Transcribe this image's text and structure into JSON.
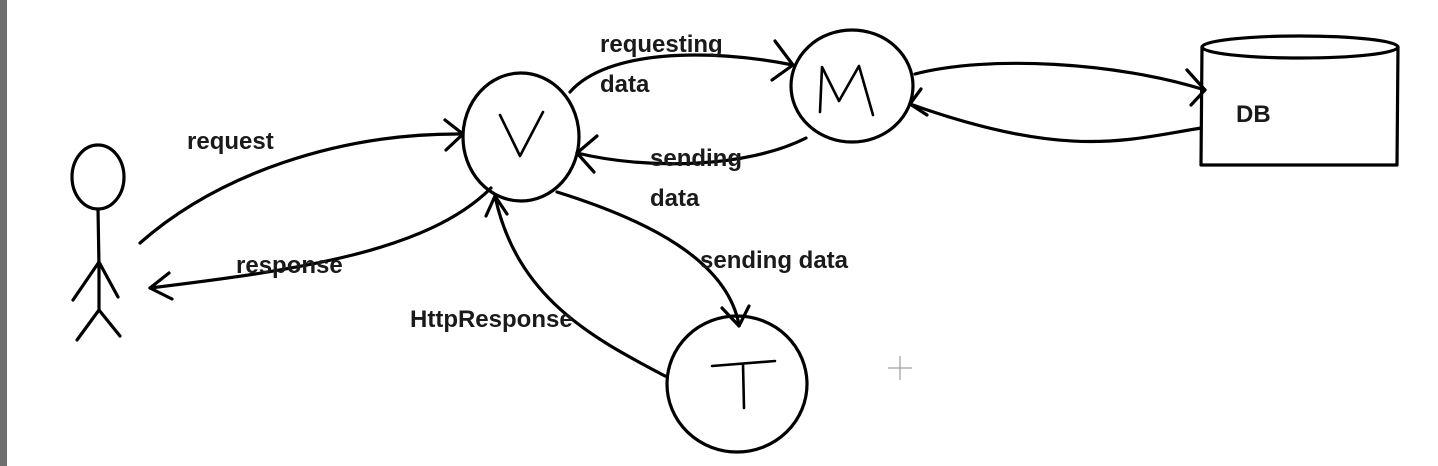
{
  "nodes": {
    "view_letter": "V",
    "model_letter": "M",
    "template_letter": "T",
    "database_label": "DB"
  },
  "edges": {
    "request": "request",
    "response": "response",
    "requesting_line1": "requesting",
    "requesting_line2": "data",
    "sending_line1": "sending",
    "sending_line2": "data",
    "sending_data": "sending data",
    "http_response": "HttpResponse"
  }
}
